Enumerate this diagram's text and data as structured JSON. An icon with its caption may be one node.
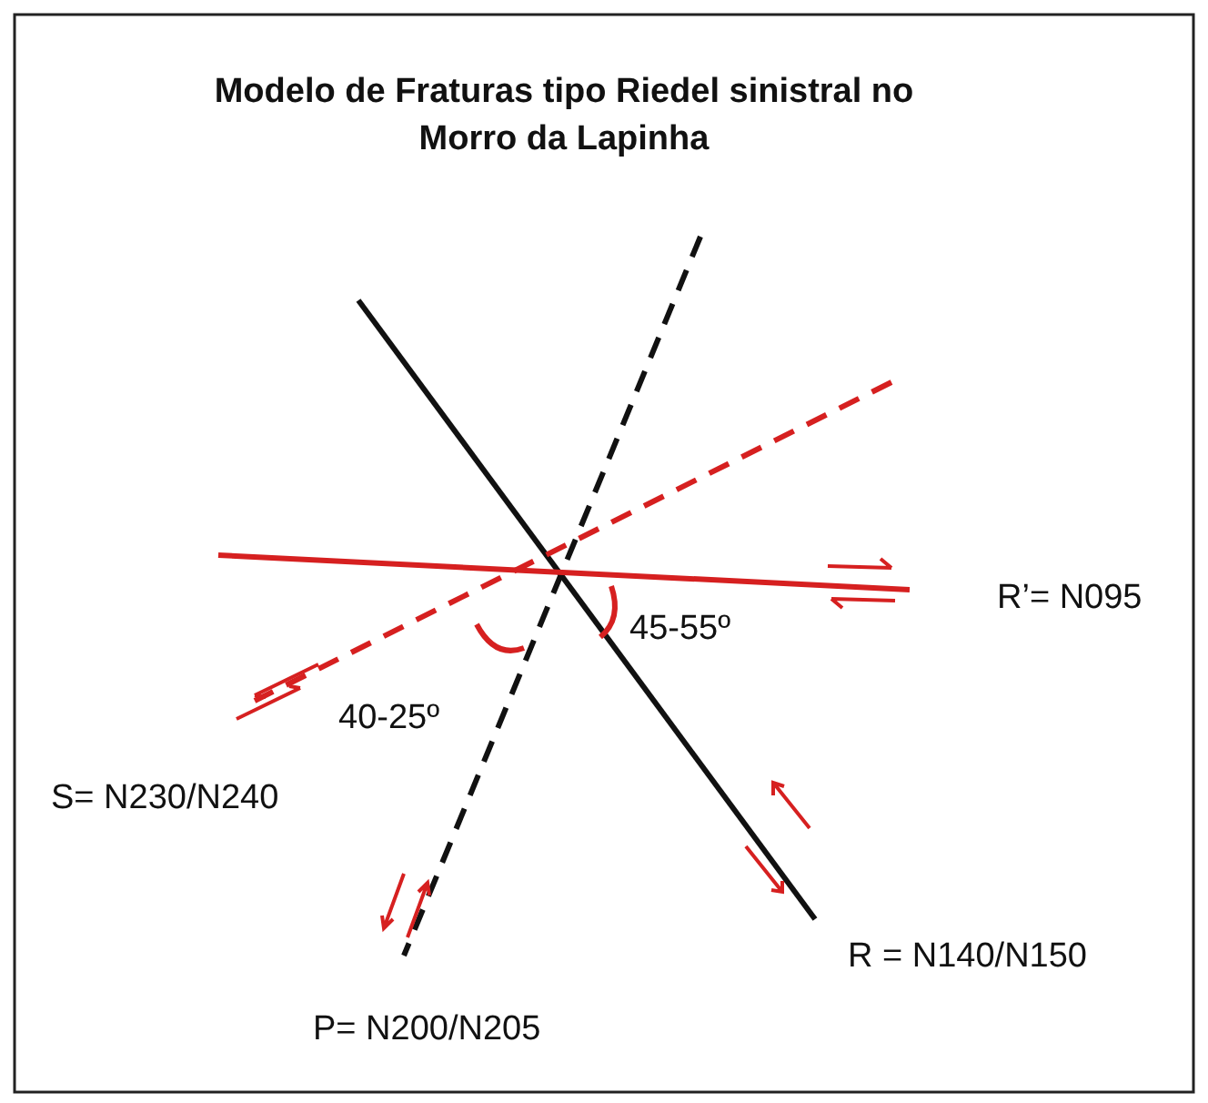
{
  "diagram": {
    "title": "Modelo de Fraturas tipo Riedel sinistral no Morro da Lapinha",
    "labels": [
      "R’= N095",
      "45-55º",
      "40-25º",
      "S= N230/N240",
      "R = N140/N150",
      "P= N200/N205"
    ]
  }
}
